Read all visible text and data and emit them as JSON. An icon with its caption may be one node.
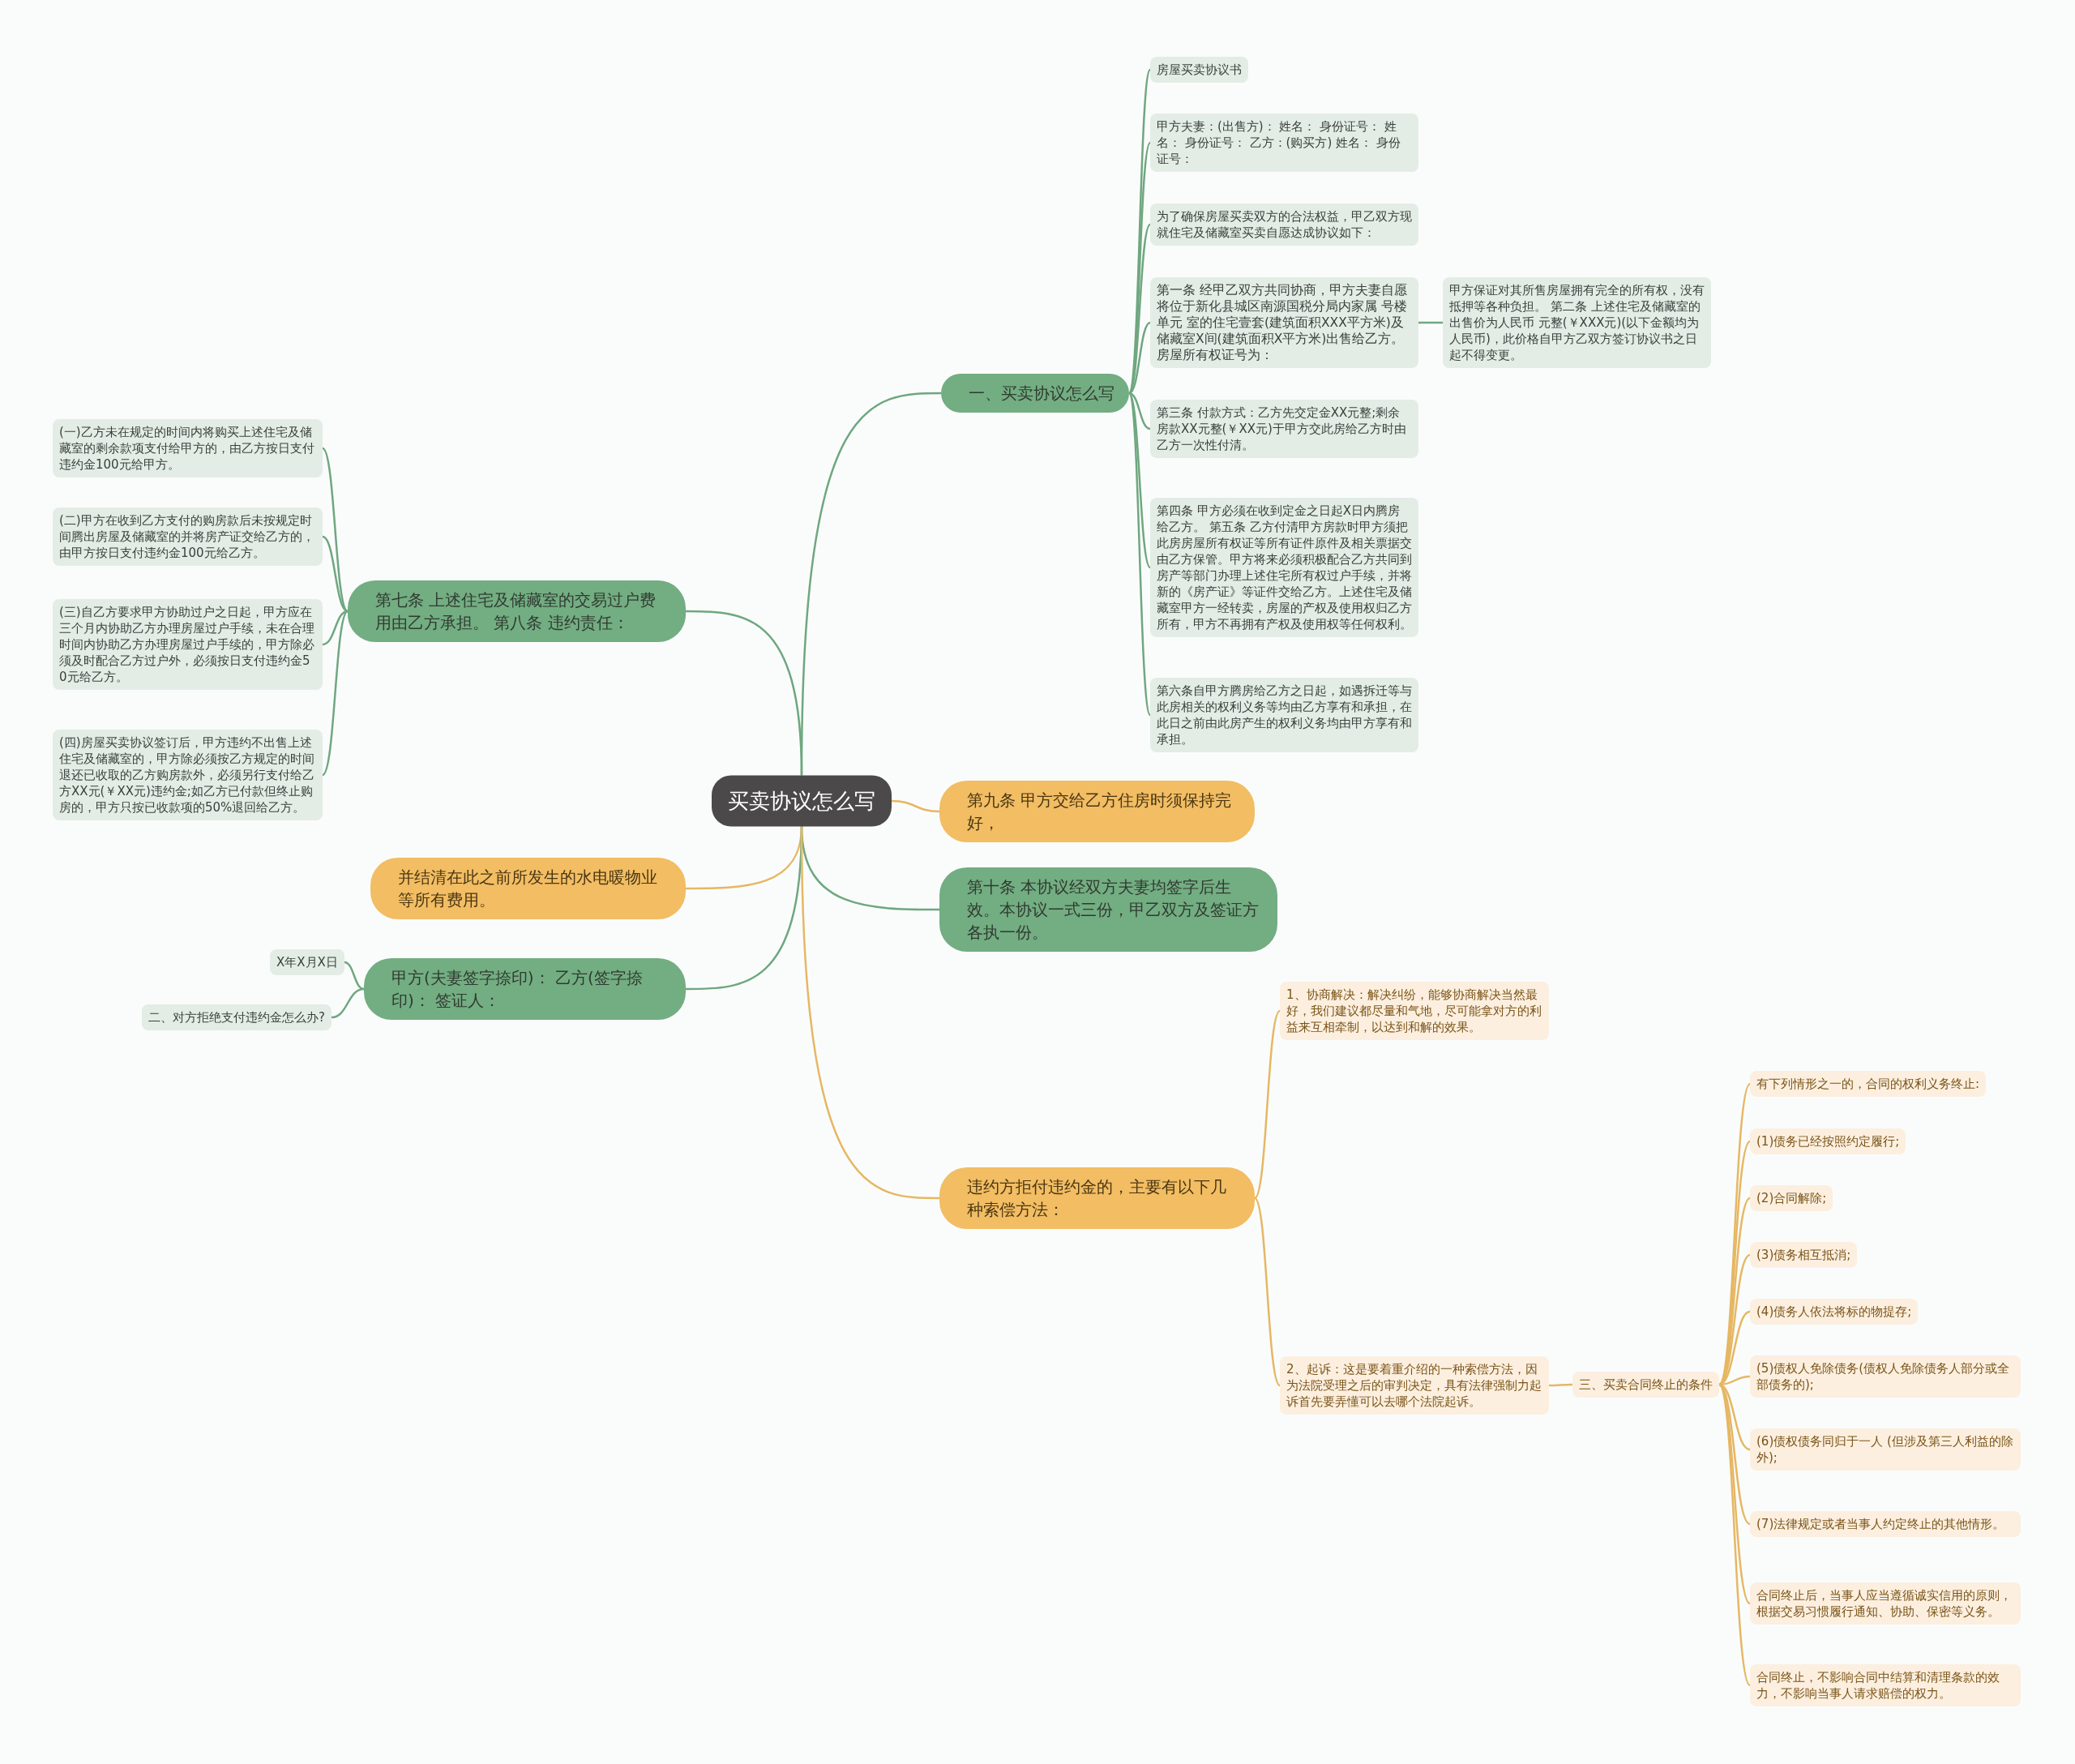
{
  "diagram": {
    "nodes": [
      {
        "text": [
          "买卖协议怎么写"
        ]
      },
      {
        "text": [
          "一、买卖协议怎么写"
        ]
      },
      {
        "text": [
          "房屋买卖协议书"
        ]
      },
      {
        "text": [
          "甲方夫妻：(出售方)： 姓名： 身份证号： 姓名： 身份证号： 乙方：(购买方) 姓名： 身份证号："
        ]
      },
      {
        "text": [
          "为了确保房屋买卖双方的合法权益，甲乙双方现就住宅及储藏室买卖自愿达成协议如下："
        ]
      },
      {
        "text": [
          "第一条 经甲乙双方共同协商，甲方夫妻自愿将位于新化县城区南源国税分局内家属 号楼单元 室的住宅壹套(建筑面积XXX平方米)及储藏室X间(建筑面积X平方米)出售给乙方。房屋所有权证号为："
        ]
      },
      {
        "text": [
          "甲方保证对其所售房屋拥有完全的所有权，没有抵押等各种负担。 第二条 上述住宅及储藏室的出售价为人民币 元整(￥XXX元)(以下金额均为人民币)，此价格自甲方乙双方签订协议书之日起不得变更。"
        ]
      },
      {
        "text": [
          "第三条 付款方式：乙方先交定金XX元整;剩余房款XX元整(￥XX元)于甲方交此房给乙方时由乙方一次性付清。"
        ]
      },
      {
        "text": [
          "第四条 甲方必须在收到定金之日起X日内腾房给乙方。 第五条 乙方付清甲方房款时甲方须把此房房屋所有权证等所有证件原件及相关票据交由乙方保管。甲方将来必须积极配合乙方共同到房产等部门办理上述住宅所有权过户手续，并将新的《房产证》等证件交给乙方。上述住宅及储藏室甲方一经转卖，房屋的产权及使用权归乙方所有，甲方不再拥有产权及使用权等任何权利。"
        ]
      },
      {
        "text": [
          "第六条自甲方腾房给乙方之日起，如遇拆迁等与此房相关的权利义务等均由乙方享有和承担，在此日之前由此房产生的权利义务均由甲方享有和承担。"
        ]
      },
      {
        "text": [
          "第七条 上述住宅及储藏室的交易过户费用由乙方承担。 第八条 违约责任："
        ]
      },
      {
        "text": [
          "(一)乙方未在规定的时间内将购买上述住宅及储藏室的剩余款项支付给甲方的，由乙方按日支付违约金100元给甲方。"
        ]
      },
      {
        "text": [
          "(二)甲方在收到乙方支付的购房款后未按规定时间腾出房屋及储藏室的并将房产证交给乙方的，由甲方按日支付违约金100元给乙方。"
        ]
      },
      {
        "text": [
          "(三)自乙方要求甲方协助过户之日起，甲方应在三个月内协助乙方办理房屋过户手续，未在合理时间内协助乙方办理房屋过户手续的，甲方除必须及时配合乙方过户外，必须按日支付违约金50元给乙方。"
        ]
      },
      {
        "text": [
          "(四)房屋买卖协议签订后，甲方违约不出售上述住宅及储藏室的，甲方除必须按乙方规定的时间退还已收取的乙方购房款外，必须另行支付给乙方XX元(￥XX元)违约金;如乙方已付款但终止购房的，甲方只按已收款项的50%退回给乙方。"
        ]
      },
      {
        "text": [
          "第九条 甲方交给乙方住房时须保持完好，"
        ]
      },
      {
        "text": [
          "并结清在此之前所发生的水电暖物业等所有费用。"
        ]
      },
      {
        "text": [
          "第十条 本协议经双方夫妻均签字后生效。本协议一式三份，甲乙双方及签证方各执一份。"
        ]
      },
      {
        "text": [
          "甲方(夫妻签字捺印)： 乙方(签字捺印)： 签证人："
        ]
      },
      {
        "text": [
          "X年X月X日"
        ]
      },
      {
        "text": [
          "二、对方拒绝支付违约金怎么办?"
        ]
      },
      {
        "text": [
          "违约方拒付违约金的，主要有以下几种索偿方法："
        ]
      },
      {
        "text": [
          "1、协商解决：解决纠纷，能够协商解决当然最好，我们建议都尽量和气地，尽可能拿对方的利益来互相牵制，以达到和解的效果。"
        ]
      },
      {
        "text": [
          "2、起诉：这是要着重介绍的一种索偿方法，因为法院受理之后的审判决定，具有法律强制力起诉首先要弄懂可以去哪个法院起诉。"
        ]
      },
      {
        "text": [
          "三、买卖合同终止的条件"
        ]
      },
      {
        "text": [
          "有下列情形之一的，合同的权利义务终止:"
        ]
      },
      {
        "text": [
          "(1)债务已经按照约定履行;"
        ]
      },
      {
        "text": [
          "(2)合同解除;"
        ]
      },
      {
        "text": [
          "(3)债务相互抵消;"
        ]
      },
      {
        "text": [
          "(4)债务人依法将标的物提存;"
        ]
      },
      {
        "text": [
          "(5)债权人免除债务(债权人免除债务人部分或全部债务的);"
        ]
      },
      {
        "text": [
          "(6)债权债务同归于一人 (但涉及第三人利益的除外);"
        ]
      },
      {
        "text": [
          "(7)法律规定或者当事人约定终止的其他情形。"
        ]
      },
      {
        "text": [
          "合同终止后，当事人应当遵循诚实信用的原则，根据交易习惯履行通知、协助、保密等义务。"
        ]
      },
      {
        "text": [
          "合同终止，不影响合同中结算和清理条款的效力，不影响当事人请求赔偿的权力。"
        ]
      }
    ],
    "edges": [
      {
        "from": 0,
        "to": 1,
        "arrow": "none"
      },
      {
        "from": 1,
        "to": 2,
        "arrow": "none"
      },
      {
        "from": 1,
        "to": 3,
        "arrow": "none"
      },
      {
        "from": 1,
        "to": 4,
        "arrow": "none"
      },
      {
        "from": 1,
        "to": 5,
        "arrow": "none"
      },
      {
        "from": 5,
        "to": 6,
        "arrow": "none"
      },
      {
        "from": 1,
        "to": 7,
        "arrow": "none"
      },
      {
        "from": 1,
        "to": 8,
        "arrow": "none"
      },
      {
        "from": 1,
        "to": 9,
        "arrow": "none"
      },
      {
        "from": 0,
        "to": 10,
        "arrow": "none"
      },
      {
        "from": 10,
        "to": 11,
        "arrow": "none"
      },
      {
        "from": 10,
        "to": 12,
        "arrow": "none"
      },
      {
        "from": 10,
        "to": 13,
        "arrow": "none"
      },
      {
        "from": 10,
        "to": 14,
        "arrow": "none"
      },
      {
        "from": 0,
        "to": 15,
        "arrow": "none",
        "color": "#e6b763"
      },
      {
        "from": 0,
        "to": 16,
        "arrow": "none",
        "color": "#e6b763"
      },
      {
        "from": 0,
        "to": 17,
        "arrow": "none"
      },
      {
        "from": 0,
        "to": 18,
        "arrow": "none"
      },
      {
        "from": 18,
        "to": 19,
        "arrow": "none"
      },
      {
        "from": 18,
        "to": 20,
        "arrow": "none"
      },
      {
        "from": 0,
        "to": 21,
        "arrow": "none",
        "color": "#e6b763"
      },
      {
        "from": 21,
        "to": 22,
        "arrow": "none",
        "color": "#e6b763"
      },
      {
        "from": 21,
        "to": 23,
        "arrow": "none",
        "color": "#e6b763"
      },
      {
        "from": 23,
        "to": 24,
        "arrow": "none",
        "color": "#e6b763"
      },
      {
        "from": 24,
        "to": 25,
        "arrow": "none",
        "color": "#e6b763"
      },
      {
        "from": 24,
        "to": 26,
        "arrow": "none",
        "color": "#e6b763"
      },
      {
        "from": 24,
        "to": 27,
        "arrow": "none",
        "color": "#e6b763"
      },
      {
        "from": 24,
        "to": 28,
        "arrow": "none",
        "color": "#e6b763"
      },
      {
        "from": 24,
        "to": 29,
        "arrow": "none",
        "color": "#e6b763"
      },
      {
        "from": 24,
        "to": 30,
        "arrow": "none",
        "color": "#e6b763"
      },
      {
        "from": 24,
        "to": 31,
        "arrow": "none",
        "color": "#e6b763"
      },
      {
        "from": 24,
        "to": 32,
        "arrow": "none",
        "color": "#e6b763"
      },
      {
        "from": 24,
        "to": 33,
        "arrow": "none",
        "color": "#e6b763"
      },
      {
        "from": 24,
        "to": 34,
        "arrow": "none",
        "color": "#e6b763"
      }
    ]
  }
}
